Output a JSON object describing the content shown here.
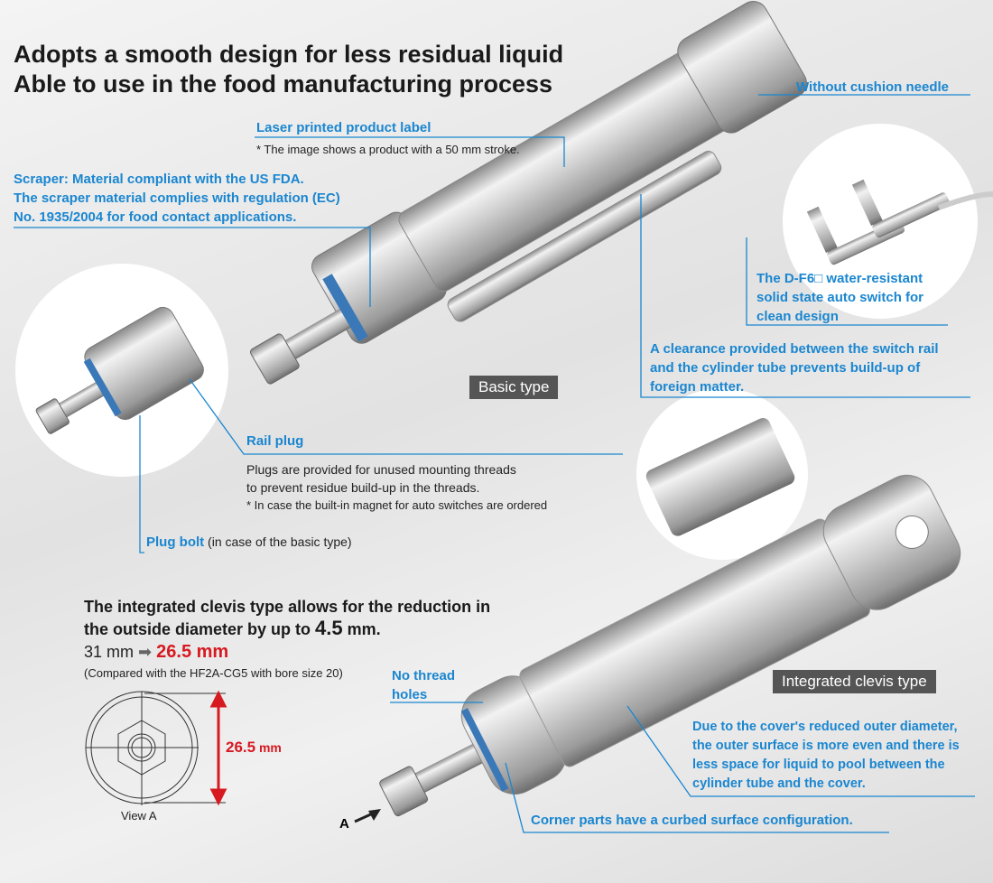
{
  "headline": {
    "line1": "Adopts a smooth design for less residual liquid",
    "line2": "Able to use in the food manufacturing process"
  },
  "callouts": {
    "cushion": "Without cushion needle",
    "label_title": "Laser printed product label",
    "label_note": "* The image shows a product with a 50 mm stroke.",
    "scraper1": "Scraper: Material compliant with the US FDA.",
    "scraper2": "The scraper material complies with regulation (EC)",
    "scraper3": "No. 1935/2004  for food contact applications.",
    "switch1": "The D-F6□ water-resistant",
    "switch2": "solid state auto switch for",
    "switch3": "clean design",
    "clear1": "A clearance provided between the switch rail",
    "clear2": "and the cylinder tube prevents build-up of",
    "clear3": "foreign matter.",
    "rail_title": "Rail plug",
    "rail1": "Plugs are provided for unused mounting threads",
    "rail2": "to prevent residue build-up in the threads.",
    "rail3": "* In case the built-in magnet for auto switches are ordered",
    "plug_bolt": "Plug bolt",
    "plug_bolt_note": " (in case of the basic type)",
    "no_thread1": "No thread",
    "no_thread2": "holes",
    "cover1": "Due to the cover's reduced outer diameter,",
    "cover2": "the outer surface is more even and there is",
    "cover3": "less space for liquid to pool between the",
    "cover4": "cylinder tube and the cover.",
    "corner": "Corner parts have a curbed surface configuration."
  },
  "tags": {
    "basic": "Basic type",
    "clevis": "Integrated clevis type"
  },
  "clevis": {
    "line1": "The integrated clevis type allows for the reduction in",
    "line2a": "the outside diameter by up to ",
    "line2b": "4.5",
    "line2c": " mm.",
    "from": "31 mm",
    "to": "26.5 mm",
    "note": "(Compared with the HF2A-CG5 with bore size 20)",
    "dim": "26.5",
    "dim_unit": " mm",
    "view": "View A",
    "arrow_label": "A"
  },
  "colors": {
    "accent": "#1a86d0",
    "red": "#d71920"
  }
}
